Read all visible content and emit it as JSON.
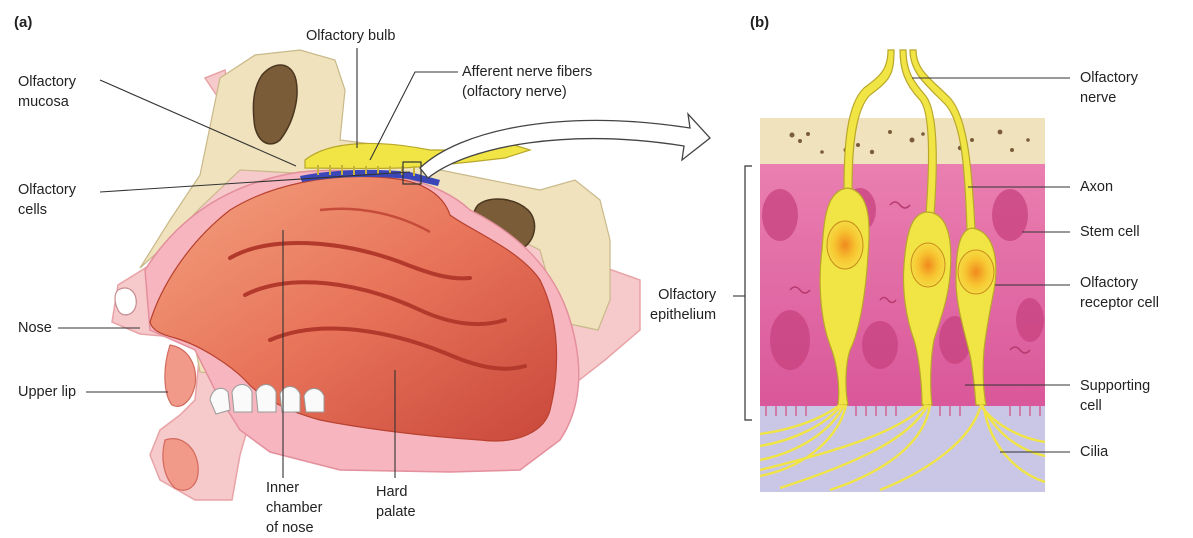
{
  "panel_a": {
    "tag": "(a)",
    "labels": {
      "olfactory_mucosa": [
        "Olfactory",
        "mucosa"
      ],
      "olfactory_bulb": "Olfactory bulb",
      "afferent_nerve": [
        "Afferent nerve fibers",
        "(olfactory nerve)"
      ],
      "olfactory_cells": [
        "Olfactory",
        "cells"
      ],
      "nose": "Nose",
      "upper_lip": "Upper lip",
      "inner_chamber": [
        "Inner",
        "chamber",
        "of nose"
      ],
      "hard_palate": [
        "Hard",
        "palate"
      ]
    }
  },
  "panel_b": {
    "tag": "(b)",
    "labels": {
      "olfactory_nerve": [
        "Olfactory",
        "nerve"
      ],
      "axon": "Axon",
      "stem_cell": "Stem cell",
      "olfactory_receptor_cell": [
        "Olfactory",
        "receptor cell"
      ],
      "supporting_cell": [
        "Supporting",
        "cell"
      ],
      "cilia": "Cilia",
      "olfactory_epithelium": [
        "Olfactory",
        "epithelium"
      ]
    }
  },
  "colors": {
    "bone": "#efe2bc",
    "nasal_tissue": "#e8745a",
    "skin": "#f5c6c8",
    "nerve": "#f1e545",
    "epithelium": "#e46aa2",
    "cilia_layer": "#c9c6e6",
    "mucosa_blue": "#3b47b8"
  }
}
